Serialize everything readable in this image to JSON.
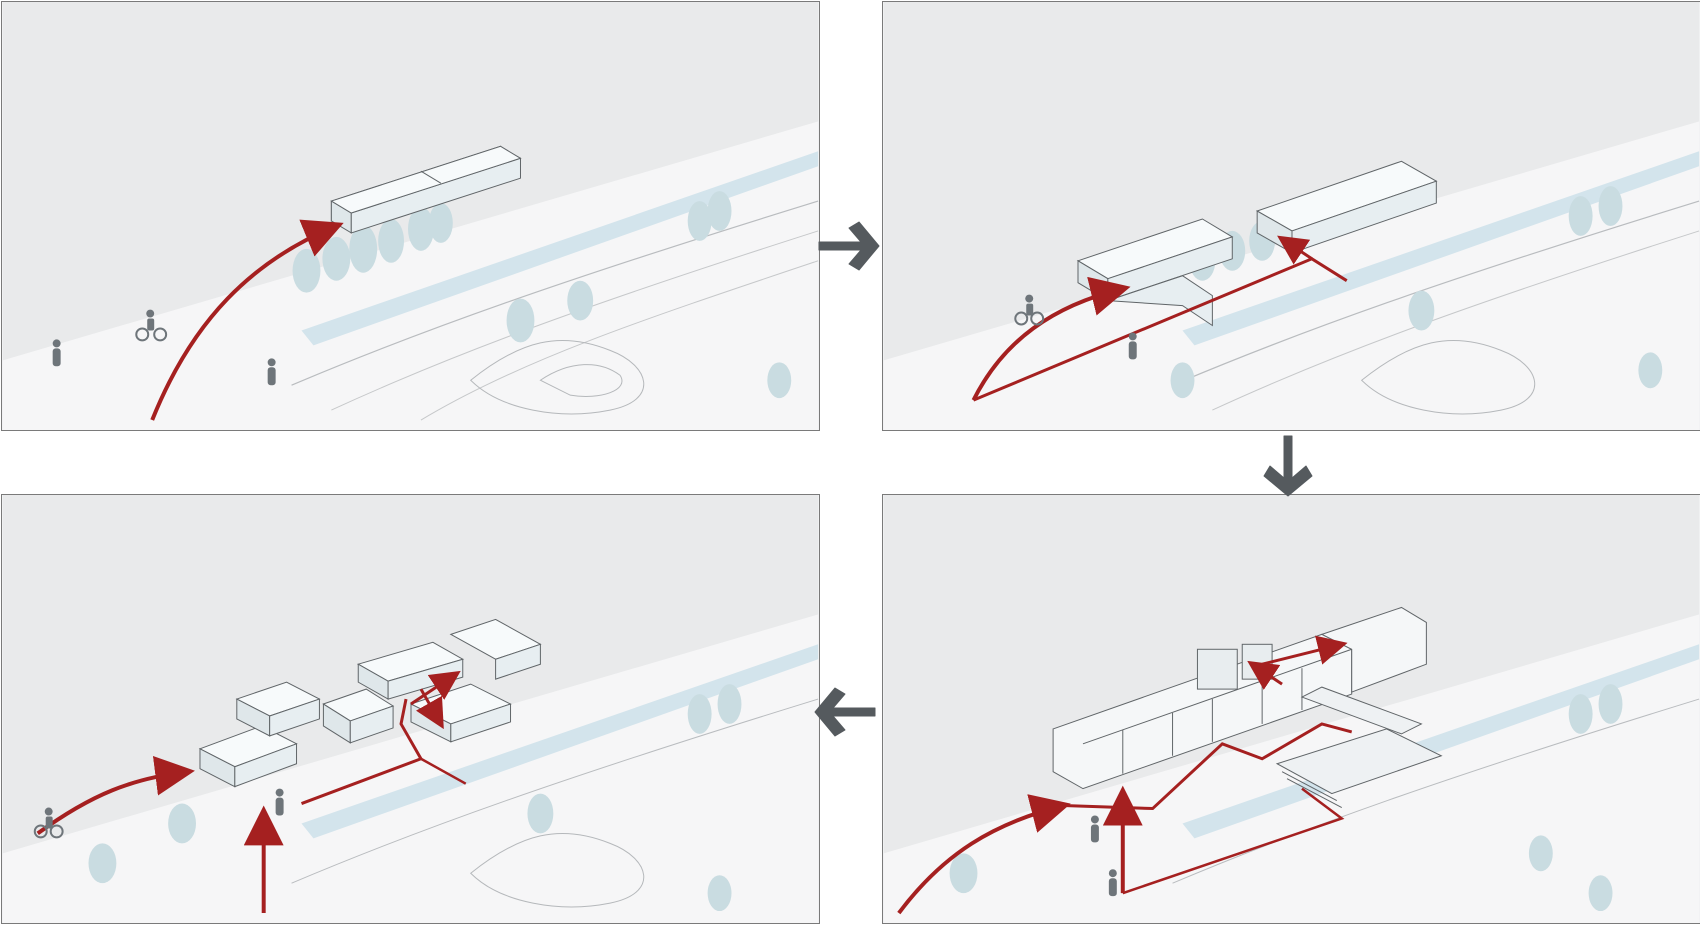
{
  "diagram": {
    "panels": [
      {
        "id": "step-1",
        "description_color": "#a31f1f"
      },
      {
        "id": "step-2"
      },
      {
        "id": "step-3"
      },
      {
        "id": "step-4"
      }
    ],
    "flow_order": [
      "step-1",
      "step-2",
      "step-3",
      "step-4"
    ],
    "colors": {
      "circulation_arrow": "#a52020",
      "transition_arrow": "#555a5e",
      "ground": "#f4f4f5",
      "water_band": "#d3e4ec",
      "trees": "#c9dce1",
      "people": "#6e757a"
    },
    "icons": {
      "transition": "thick-arrow-icon",
      "person": "person-icon",
      "cyclist": "cyclist-icon",
      "tree": "tree-icon"
    }
  }
}
